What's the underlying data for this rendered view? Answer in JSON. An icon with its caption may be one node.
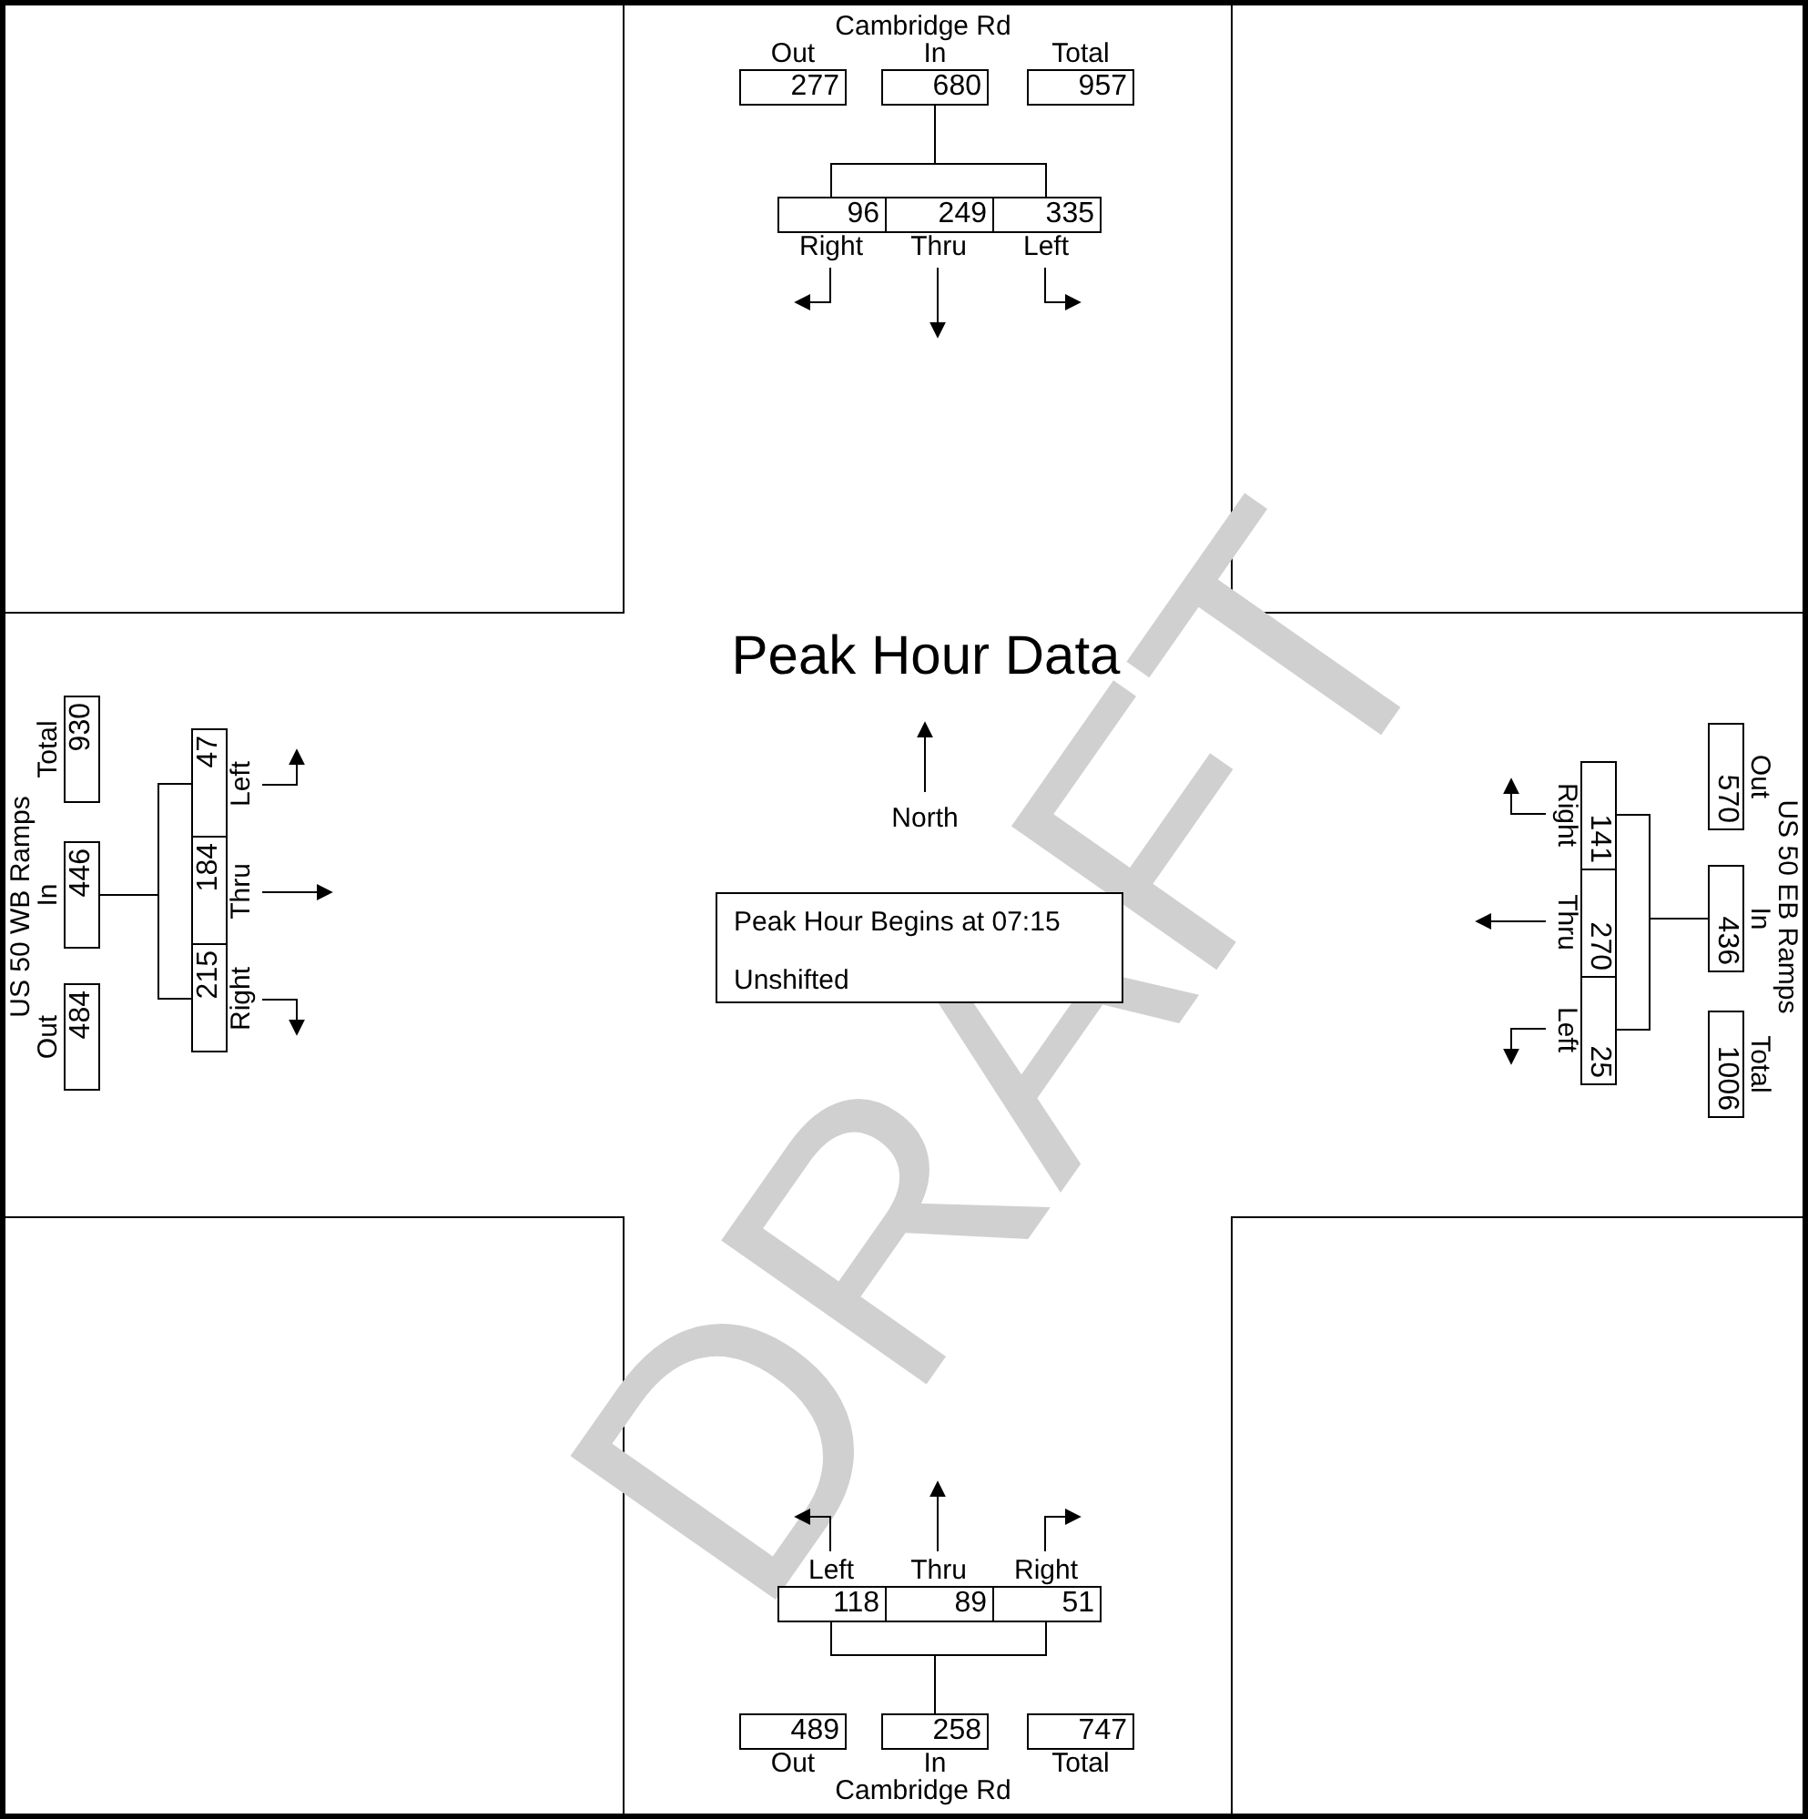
{
  "diagram": {
    "title": "Peak Hour Data",
    "nodes": [
      {
        "text": [
          "Out",
          "277"
        ]
      },
      {
        "text": [
          "In",
          "680"
        ]
      },
      {
        "text": [
          "Total",
          "957"
        ]
      },
      {
        "text": [
          "96",
          "Right"
        ]
      },
      {
        "text": [
          "249",
          "Thru"
        ]
      },
      {
        "text": [
          "335",
          "Left"
        ]
      },
      {
        "text": [
          "Out",
          "484"
        ]
      },
      {
        "text": [
          "In",
          "446"
        ]
      },
      {
        "text": [
          "Total",
          "930"
        ]
      },
      {
        "text": [
          "215",
          "Right"
        ]
      },
      {
        "text": [
          "184",
          "Thru"
        ]
      },
      {
        "text": [
          "47",
          "Left"
        ]
      },
      {
        "text": [
          "Peak Hour Begins at 07:15",
          "Unshifted"
        ]
      },
      {
        "text": [
          "Out",
          "570"
        ]
      },
      {
        "text": [
          "In",
          "436"
        ]
      },
      {
        "text": [
          "Total",
          "1006"
        ]
      },
      {
        "text": [
          "141",
          "Right"
        ]
      },
      {
        "text": [
          "270",
          "Thru"
        ]
      },
      {
        "text": [
          "25",
          "Left"
        ]
      },
      {
        "text": [
          "489",
          "Out"
        ]
      },
      {
        "text": [
          "258",
          "In"
        ]
      },
      {
        "text": [
          "747",
          "Total"
        ]
      },
      {
        "text": [
          "Left",
          "118"
        ]
      },
      {
        "text": [
          "Thru",
          "89"
        ]
      },
      {
        "text": [
          "Right",
          "51"
        ]
      }
    ],
    "edges": [
      {
        "from": 1,
        "to": 3,
        "arrow": "none"
      },
      {
        "from": 1,
        "to": 5,
        "arrow": "none"
      },
      {
        "from": 7,
        "to": 9,
        "arrow": "none"
      },
      {
        "from": 7,
        "to": 11,
        "arrow": "none"
      },
      {
        "from": 14,
        "to": 16,
        "arrow": "none"
      },
      {
        "from": 14,
        "to": 18,
        "arrow": "none"
      },
      {
        "from": 20,
        "to": 22,
        "arrow": "none"
      },
      {
        "from": 20,
        "to": 24,
        "arrow": "none"
      }
    ],
    "labels": [
      "Cambridge Rd",
      "US 50 WB Ramps",
      "North",
      "US 50 EB Ramps",
      "Cambridge Rd",
      "DRAFT"
    ]
  }
}
